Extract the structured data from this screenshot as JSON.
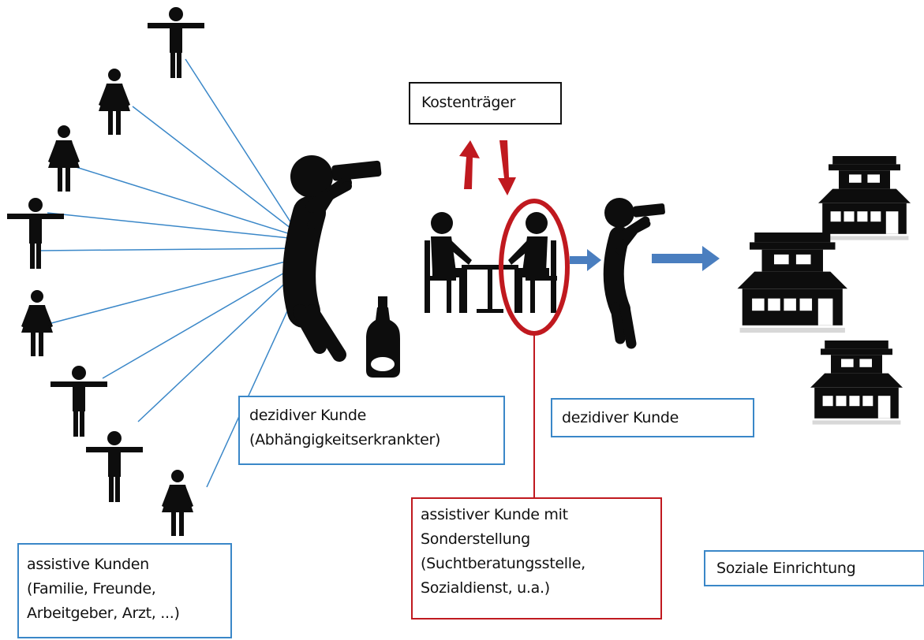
{
  "labels": {
    "kostentraeger": "Kostenträger",
    "dezidiver_main": [
      "dezidiver Kunde",
      "(Abhängigkeitserkrankter)"
    ],
    "dezidiver_right": "dezidiver Kunde",
    "assistive": [
      "assistive Kunden",
      "(Familie, Freunde,",
      "Arbeitgeber, Arzt, ...)"
    ],
    "special": [
      "assistiver Kunde mit",
      "Sonderstellung",
      "(Suchtberatungsstelle,",
      "Sozialdienst, u.a.)"
    ],
    "social": "Soziale Einrichtung"
  },
  "colors": {
    "figure": "#0d0d0d",
    "blue_line": "#3a87c8",
    "arrow_blue": "#4a7ebf",
    "arrow_red": "#c0191f",
    "highlight_red": "#c0191f"
  },
  "icons": {
    "assistive_people": [
      "person-tpose-icon",
      "woman-icon",
      "woman-icon",
      "person-tpose-icon",
      "woman-icon",
      "person-tpose-icon",
      "person-tpose-icon",
      "woman-icon"
    ],
    "drinker": "drinking-person-icon",
    "bottle": "bottle-icon",
    "counseling": "counseling-table-icon",
    "institutions": [
      "building-icon",
      "building-icon",
      "building-icon"
    ]
  }
}
